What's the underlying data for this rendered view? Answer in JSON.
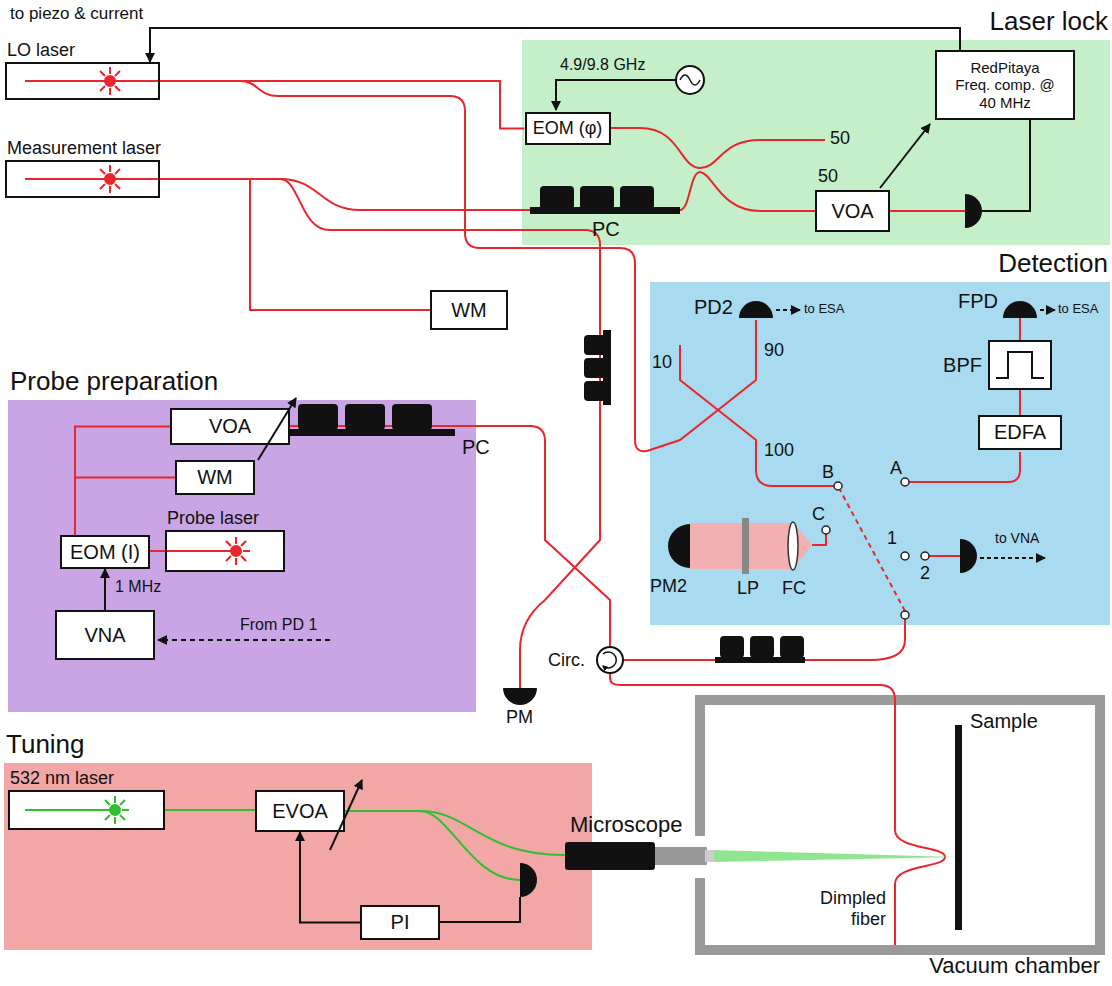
{
  "diagram": {
    "nodes": [
      {
        "text": [
          "Laser lock"
        ]
      },
      {
        "text": [
          "Detection"
        ]
      },
      {
        "text": [
          "Probe preparation"
        ]
      },
      {
        "text": [
          "Tuning"
        ]
      },
      {
        "text": [
          "Vacuum chamber"
        ]
      },
      {
        "text": [
          "LO laser"
        ]
      },
      {
        "text": [
          "Measurement laser"
        ]
      },
      {
        "text": [
          "WM"
        ]
      },
      {
        "text": [
          "EOM (φ)"
        ],
        "in": 0
      },
      {
        "text": [
          "RedPitaya Freq. comp. @ 40 MHz"
        ],
        "in": 0
      },
      {
        "text": [
          "VOA"
        ],
        "in": 0
      },
      {
        "text": [
          "EDFA"
        ],
        "in": 1
      },
      {
        "text": [
          "BPF"
        ],
        "in": 1
      },
      {
        "text": [
          "VOA"
        ],
        "in": 2
      },
      {
        "text": [
          "WM"
        ],
        "in": 2
      },
      {
        "text": [
          "EOM (I)"
        ],
        "in": 2
      },
      {
        "text": [
          "Probe laser"
        ],
        "in": 2
      },
      {
        "text": [
          "VNA"
        ],
        "in": 2
      },
      {
        "text": [
          "532 nm laser"
        ],
        "in": 3
      },
      {
        "text": [
          "EVOA"
        ],
        "in": 3
      },
      {
        "text": [
          "PI"
        ],
        "in": 3
      }
    ],
    "edges": [
      {
        "from": 9,
        "to": 5,
        "arrow": "to",
        "label": "to piezo & current"
      },
      {
        "from": 11,
        "to": 12,
        "arrow": "none"
      },
      {
        "from": 16,
        "to": 15,
        "arrow": "none"
      },
      {
        "from": 15,
        "to": 13,
        "arrow": "none"
      },
      {
        "from": 15,
        "to": 14,
        "arrow": "none"
      },
      {
        "from": 17,
        "to": 15,
        "arrow": "to",
        "label": "1 MHz"
      },
      {
        "from": 18,
        "to": 19,
        "arrow": "none"
      },
      {
        "from": 20,
        "to": 19,
        "arrow": "to"
      },
      {
        "from": 6,
        "to": 7,
        "arrow": "none"
      },
      {
        "from": 5,
        "to": 8,
        "arrow": "none"
      }
    ],
    "labels": [
      "4.9/9.8 GHz",
      "50",
      "50",
      "PC",
      "PD2",
      "to ESA",
      "FPD",
      "to ESA",
      "10",
      "90",
      "100",
      "B",
      "A",
      "C",
      "1",
      "2",
      "to VNA",
      "PM2",
      "LP",
      "FC",
      "PC",
      "From PD 1",
      "PM",
      "Circ.",
      "Microscope",
      "Sample",
      "Dimpled fiber"
    ]
  }
}
